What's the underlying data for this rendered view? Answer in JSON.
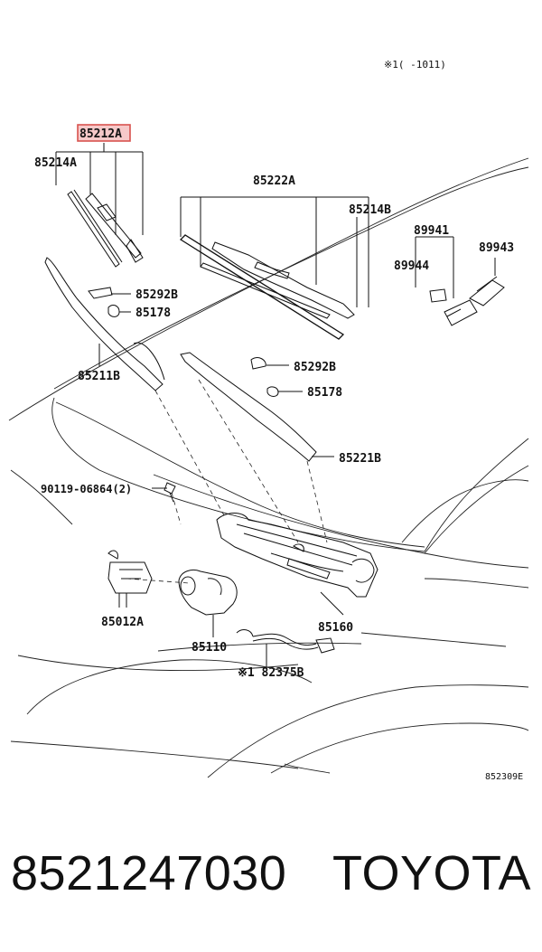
{
  "diagram": {
    "header_note": "※1(     -1011)",
    "highlighted_part": "85212A",
    "callouts": {
      "p85212A": "85212A",
      "p85214A": "85214A",
      "p85222A": "85222A",
      "p85214B": "85214B",
      "p89941": "89941",
      "p89943": "89943",
      "p89944": "89944",
      "p85292B_1": "85292B",
      "p85178_1": "85178",
      "p85211B": "85211B",
      "p85292B_2": "85292B",
      "p85178_2": "85178",
      "p85221B": "85221B",
      "p90119": "90119-06864(2)",
      "p85012A": "85012A",
      "p85110": "85110",
      "p85160": "85160",
      "p82375B": "※1 82375B"
    },
    "figure_code": "852309E"
  },
  "footer": {
    "part_number": "8521247030",
    "brand": "TOYOTA"
  },
  "colors": {
    "highlight_border": "#d9534f",
    "highlight_fill": "#f6c9c9",
    "line": "#111111"
  }
}
